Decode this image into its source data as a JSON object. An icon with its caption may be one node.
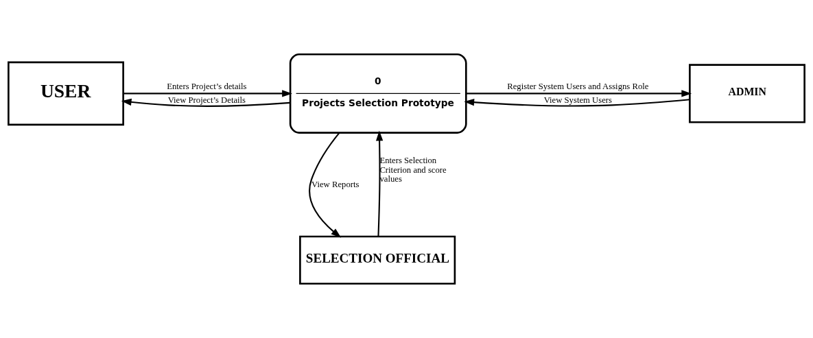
{
  "diagram": {
    "nodes": [
      {
        "text": [
          "USER"
        ]
      },
      {
        "text": [
          "0",
          "Projects Selection Prototype"
        ]
      },
      {
        "text": [
          "ADMIN"
        ]
      },
      {
        "text": [
          "SELECTION OFFICIAL"
        ]
      }
    ],
    "edges": [
      {
        "from": 0,
        "to": 1,
        "arrow": "to",
        "label": "Enters Project’s details"
      },
      {
        "from": 1,
        "to": 0,
        "arrow": "to",
        "label": "View Project’s Details"
      },
      {
        "from": 1,
        "to": 2,
        "arrow": "to",
        "label": "Register System Users and Assigns Role"
      },
      {
        "from": 2,
        "to": 1,
        "arrow": "to",
        "label": "View System Users"
      },
      {
        "from": 3,
        "to": 1,
        "arrow": "to",
        "label": "Enters Selection Criterion and score values"
      },
      {
        "from": 1,
        "to": 3,
        "arrow": "to",
        "label": "View Reports"
      }
    ]
  }
}
